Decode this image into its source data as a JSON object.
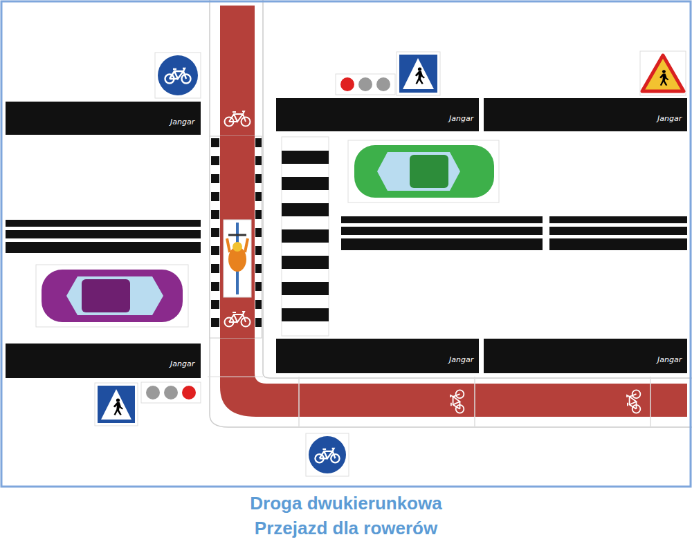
{
  "diagram": {
    "title": "Droga dwukierunkowa",
    "caption": "Przejazd dla rowerów",
    "labels": [
      "Jangar",
      "Jangar",
      "Jangar",
      "Jangar",
      "Jangar",
      "Jangar"
    ]
  }
}
